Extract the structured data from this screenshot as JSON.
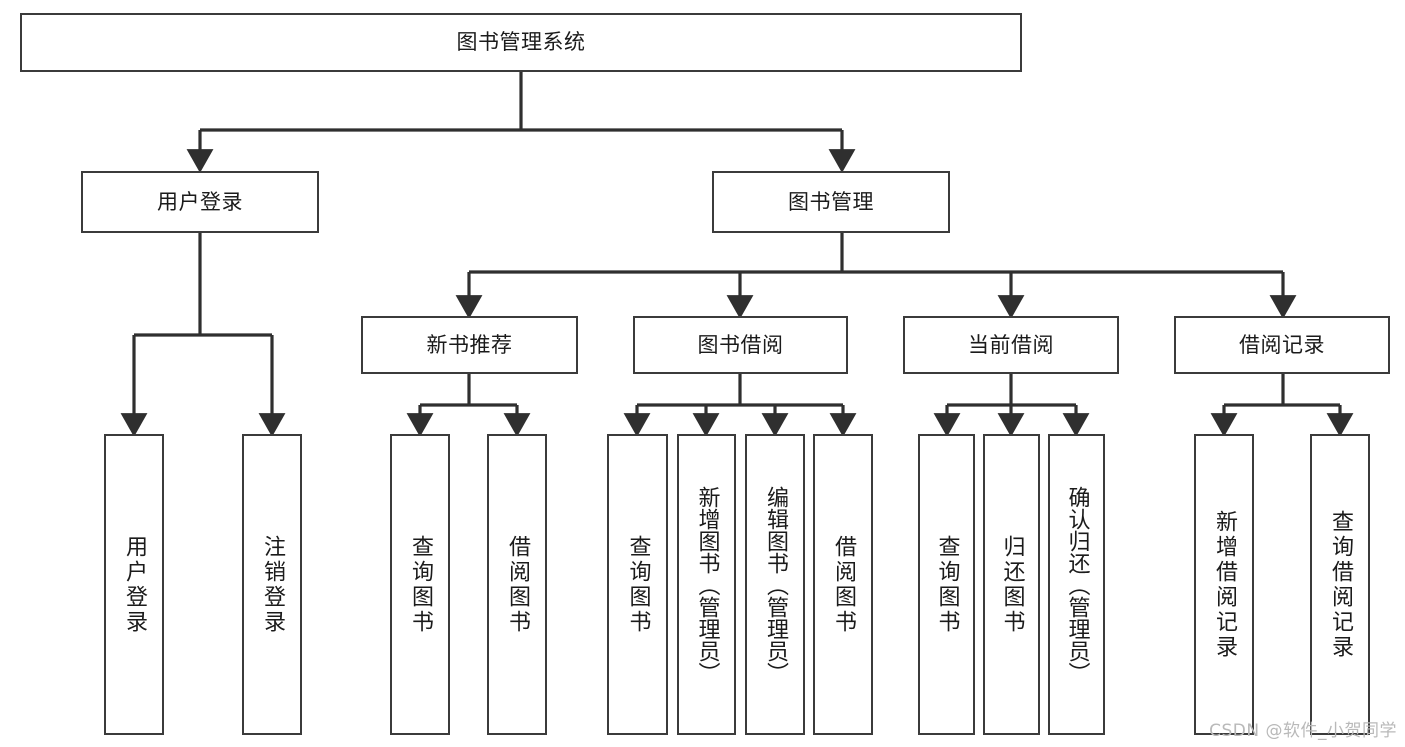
{
  "diagram": {
    "type": "tree-hierarchy-chart",
    "title": "图书管理系统",
    "orientation": "top-down",
    "colors": {
      "background": "#ffffff",
      "box_border": "#3b3b3b",
      "box_fill": "#ffffff",
      "connector": "#2f2f2f",
      "text": "#1b1b1b",
      "watermark": "#b9b9b9"
    },
    "root": {
      "label": "图书管理系统",
      "text_direction": "horizontal"
    },
    "level2": [
      {
        "label": "用户登录",
        "text_direction": "horizontal"
      },
      {
        "label": "图书管理",
        "text_direction": "horizontal"
      }
    ],
    "level3": [
      {
        "label": "新书推荐",
        "text_direction": "horizontal"
      },
      {
        "label": "图书借阅",
        "text_direction": "horizontal"
      },
      {
        "label": "当前借阅",
        "text_direction": "horizontal"
      },
      {
        "label": "借阅记录",
        "text_direction": "horizontal"
      }
    ],
    "leaves": {
      "user_login": [
        {
          "label": "用户登录",
          "text_direction": "vertical"
        },
        {
          "label": "注销登录",
          "text_direction": "vertical"
        }
      ],
      "new_book_recommend": [
        {
          "label": "查询图书",
          "text_direction": "vertical"
        },
        {
          "label": "借阅图书",
          "text_direction": "vertical"
        }
      ],
      "book_borrow": [
        {
          "label": "查询图书",
          "text_direction": "vertical"
        },
        {
          "label": "新增图书（管理员）",
          "text_direction": "vertical"
        },
        {
          "label": "编辑图书（管理员）",
          "text_direction": "vertical"
        },
        {
          "label": "借阅图书",
          "text_direction": "vertical"
        }
      ],
      "current_borrow": [
        {
          "label": "查询图书",
          "text_direction": "vertical"
        },
        {
          "label": "归还图书",
          "text_direction": "vertical"
        },
        {
          "label": "确认归还（管理员）",
          "text_direction": "vertical"
        }
      ],
      "borrow_record": [
        {
          "label": "新增借阅记录",
          "text_direction": "vertical"
        },
        {
          "label": "查询借阅记录",
          "text_direction": "vertical"
        }
      ]
    }
  },
  "watermark": {
    "text": "CSDN @软件_小贺同学"
  }
}
